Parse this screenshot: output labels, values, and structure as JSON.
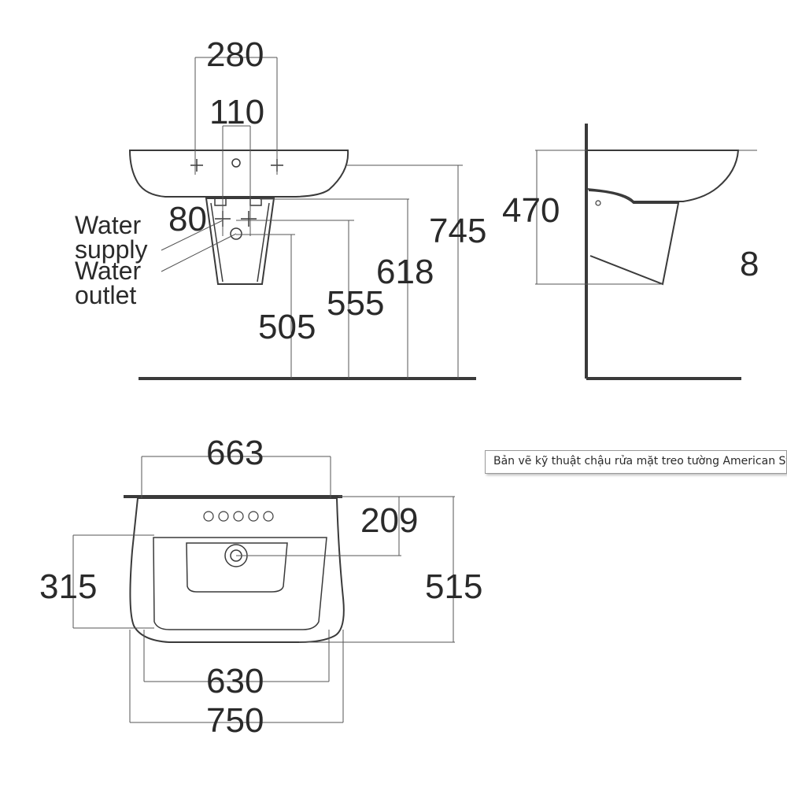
{
  "front_view": {
    "dims": {
      "w280": "280",
      "w110": "110",
      "h80": "80",
      "h745": "745",
      "h618": "618",
      "h555": "555",
      "h505": "505"
    },
    "labels": {
      "water": "Water",
      "supply": "supply",
      "water2": "Water",
      "outlet": "outlet"
    }
  },
  "side_view": {
    "dims": {
      "h470": "470",
      "h8_partial": "8"
    }
  },
  "top_view": {
    "dims": {
      "w663": "663",
      "d209": "209",
      "d315": "315",
      "d515": "515",
      "w630": "630",
      "w750": "750"
    }
  },
  "tooltip": {
    "text": "Bản vẽ kỹ thuật chậu rửa mặt treo tường American Standard"
  },
  "colors": {
    "line": "#3a3a3a",
    "text": "#2a2a2a",
    "background": "#ffffff"
  }
}
